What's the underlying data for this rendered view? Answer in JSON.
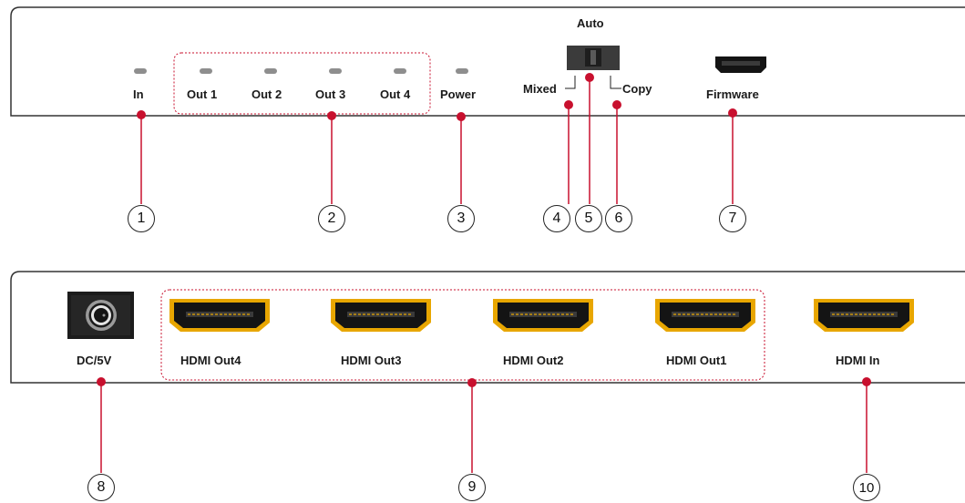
{
  "colors": {
    "callout": "#c8102e",
    "panel_outline": "#333333",
    "led": "#8e8e8e",
    "port_gold": "#e8a600",
    "port_dark": "#141414"
  },
  "front_panel": {
    "labels": {
      "in": "In",
      "out1": "Out 1",
      "out2": "Out 2",
      "out3": "Out 3",
      "out4": "Out 4",
      "power": "Power",
      "auto": "Auto",
      "mixed": "Mixed",
      "copy": "Copy",
      "firmware": "Firmware"
    },
    "callouts": [
      "1",
      "2",
      "3",
      "4",
      "5",
      "6",
      "7"
    ]
  },
  "rear_panel": {
    "labels": {
      "dc": "DC/5V",
      "hdmi_out4": "HDMI Out4",
      "hdmi_out3": "HDMI Out3",
      "hdmi_out2": "HDMI Out2",
      "hdmi_out1": "HDMI Out1",
      "hdmi_in": "HDMI In"
    },
    "callouts": [
      "8",
      "9",
      "10"
    ]
  }
}
